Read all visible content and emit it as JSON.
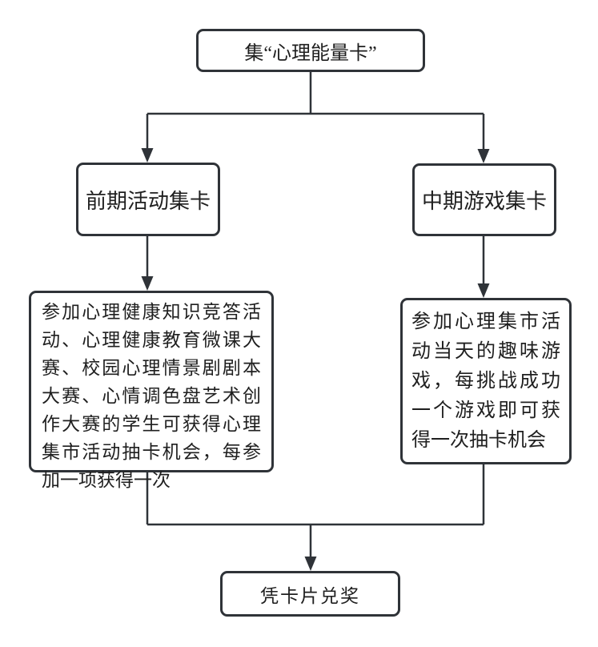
{
  "flowchart": {
    "root": {
      "label": "集“心理能量卡”"
    },
    "branches": {
      "left": {
        "label": "前期活动集卡",
        "detail": "参加心理健康知识竞答活动、心理健康教育微课大赛、校园心理情景剧剧本大赛、心情调色盘艺术创作大赛的学生可获得心理集市活动抽卡机会，每参加一项获得一次"
      },
      "right": {
        "label": "中期游戏集卡",
        "detail": "参加心理集市活动当天的趣味游戏，每挑战成功一个游戏即可获得一次抽卡机会"
      }
    },
    "result": {
      "label": "凭卡片兑奖"
    },
    "colors": {
      "line": "#2f3338",
      "border": "#2f3338",
      "text": "#1f1f1f",
      "background": "#ffffff"
    }
  }
}
